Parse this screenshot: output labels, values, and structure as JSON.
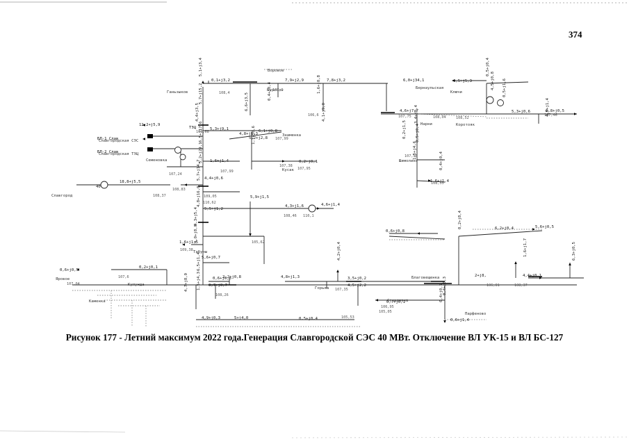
{
  "page_number": "374",
  "caption": "Рисунок 177 - Летний максимум 2022 года.Генерация Славгородской СЭС 40 МВт. Отключение ВЛ УК-15 и ВЛ БС-127",
  "flow_labels": [
    {
      "text": "0,1+j3,2"
    },
    {
      "text": "7,9+j2,9"
    },
    {
      "text": "7,8+j3,2"
    },
    {
      "text": "6,0+j34,1"
    },
    {
      "text": "5,3+j9,1"
    },
    {
      "text": "12,2+j5,9"
    },
    {
      "text": "4,8+j1,3"
    },
    {
      "text": "5,2+j2,8"
    },
    {
      "text": "6,1+j0,8"
    },
    {
      "text": "0,2+j0,1"
    },
    {
      "text": "1,6+j1,4"
    },
    {
      "text": "4,4+j0,6"
    },
    {
      "text": "5,5+j1,2"
    },
    {
      "text": "4,3+j1,6"
    },
    {
      "text": "4,6+j1,4"
    },
    {
      "text": "5,9+j1,5"
    },
    {
      "text": "4,5+j5,3"
    },
    {
      "text": "4,6+j7,7"
    },
    {
      "text": "6,8+j0,5"
    },
    {
      "text": "0,6+j0,5"
    },
    {
      "text": "0,2+j0,1"
    },
    {
      "text": "1,6+j1,5"
    },
    {
      "text": "1,6+j1,4"
    },
    {
      "text": "3,5+j0,2"
    },
    {
      "text": "4,5+j2,2"
    },
    {
      "text": "5,6+j0,7"
    },
    {
      "text": "4,8+j1,3"
    },
    {
      "text": "0,7+j0,1"
    },
    {
      "text": "2+j8,"
    },
    {
      "text": "4,4+j0,1"
    },
    {
      "text": "0,6+j0,8"
    },
    {
      "text": "6,2+j0,4"
    },
    {
      "text": "5,6+j0,5"
    },
    {
      "text": "0,6+j0,5"
    },
    {
      "text": "4,9+j0,3"
    },
    {
      "text": "5+j4,0"
    },
    {
      "text": "18,8+j5,5"
    },
    {
      "text": "2,2+j0,8"
    },
    {
      "text": "0,5+j0,4"
    },
    {
      "text": "5,3+j0,6"
    },
    {
      "text": "0,7+j0,7"
    },
    {
      "text": "0,6+j1,4"
    }
  ],
  "vertical_labels": [
    {
      "text": "5,1+j3,4"
    },
    {
      "text": "5,7+j15,2"
    },
    {
      "text": "4,4+j3,5"
    },
    {
      "text": "6,5+j17,6"
    },
    {
      "text": "5,2+j29,1"
    },
    {
      "text": "5,7+j14,7"
    },
    {
      "text": "4,8+j16,0"
    },
    {
      "text": "4,3+j5,4"
    },
    {
      "text": "4,0+j8,8"
    },
    {
      "text": "6,5+j1,4"
    },
    {
      "text": "1,5+j4,3"
    },
    {
      "text": "4,7+j8,0"
    },
    {
      "text": "6,6+j3,5"
    },
    {
      "text": "0,4+j0,4"
    },
    {
      "text": "1,6+j0,8"
    },
    {
      "text": "1,7+j0,6"
    },
    {
      "text": "4,1+j9,0"
    },
    {
      "text": "0,2+j1,5"
    },
    {
      "text": "0,5+j0,4"
    },
    {
      "text": "3,4+j0,4"
    },
    {
      "text": "1,5+j4,6"
    },
    {
      "text": "0,4+j0,4"
    },
    {
      "text": "0,5+j0,4"
    },
    {
      "text": "4,5+j0,8"
    },
    {
      "text": "0,5+j1,6"
    },
    {
      "text": "4,5+j1,4"
    },
    {
      "text": "0,2+j8,4"
    },
    {
      "text": "1,6+j1,7"
    },
    {
      "text": "6,3+j0,5"
    },
    {
      "text": "4,2+j0,4"
    },
    {
      "text": "0,4+j0,3"
    },
    {
      "text": "0,4+j0,1"
    }
  ],
  "node_labels": [
    {
      "text": "Славгород"
    },
    {
      "text": "Ганьзыков"
    },
    {
      "text": "Бурсоль"
    },
    {
      "text": "Знаменка"
    },
    {
      "text": "Кусак"
    },
    {
      "text": "Нарни"
    },
    {
      "text": "Славгородская СЭС"
    },
    {
      "text": "Славгородская ТЭЦ"
    },
    {
      "text": "Коротояк"
    },
    {
      "text": "Шимолино"
    },
    {
      "text": "Ключи"
    },
    {
      "text": "Бернаульская"
    },
    {
      "text": "Табуны"
    },
    {
      "text": "Кулунда"
    },
    {
      "text": "Благовещенка"
    },
    {
      "text": "Каменка"
    },
    {
      "text": "Яровое"
    },
    {
      "text": "Горька"
    },
    {
      "text": "Парфеново"
    },
    {
      "text": "Секисовка"
    },
    {
      "text": "Семеновка"
    },
    {
      "text": "Боровое"
    }
  ],
  "voltage_labels": [
    {
      "text": "108,4"
    },
    {
      "text": "107,9"
    },
    {
      "text": "106,6"
    },
    {
      "text": "107,99"
    },
    {
      "text": "107,38"
    },
    {
      "text": "107,95"
    },
    {
      "text": "108,46"
    },
    {
      "text": "110,1"
    },
    {
      "text": "108,83"
    },
    {
      "text": "108,37"
    },
    {
      "text": "107,99"
    },
    {
      "text": "109,05"
    },
    {
      "text": "110,62"
    },
    {
      "text": "107,75"
    },
    {
      "text": "108,04"
    },
    {
      "text": "107,95"
    },
    {
      "text": "108,55"
    },
    {
      "text": "108,52"
    },
    {
      "text": "107,46"
    },
    {
      "text": "107,68"
    },
    {
      "text": "107,24"
    },
    {
      "text": "105,62"
    },
    {
      "text": "109,38"
    },
    {
      "text": "108,26"
    },
    {
      "text": "105,53"
    },
    {
      "text": "105,05"
    },
    {
      "text": "106,95"
    },
    {
      "text": "107,35"
    },
    {
      "text": "106,01"
    },
    {
      "text": "108,37"
    },
    {
      "text": "107,04"
    },
    {
      "text": "107,6"
    }
  ],
  "generator_labels": [
    {
      "text": "40"
    },
    {
      "text": "БЛ-1 Слав"
    },
    {
      "text": "БЛ-2 Слав"
    },
    {
      "text": "ТЭЦ"
    }
  ]
}
